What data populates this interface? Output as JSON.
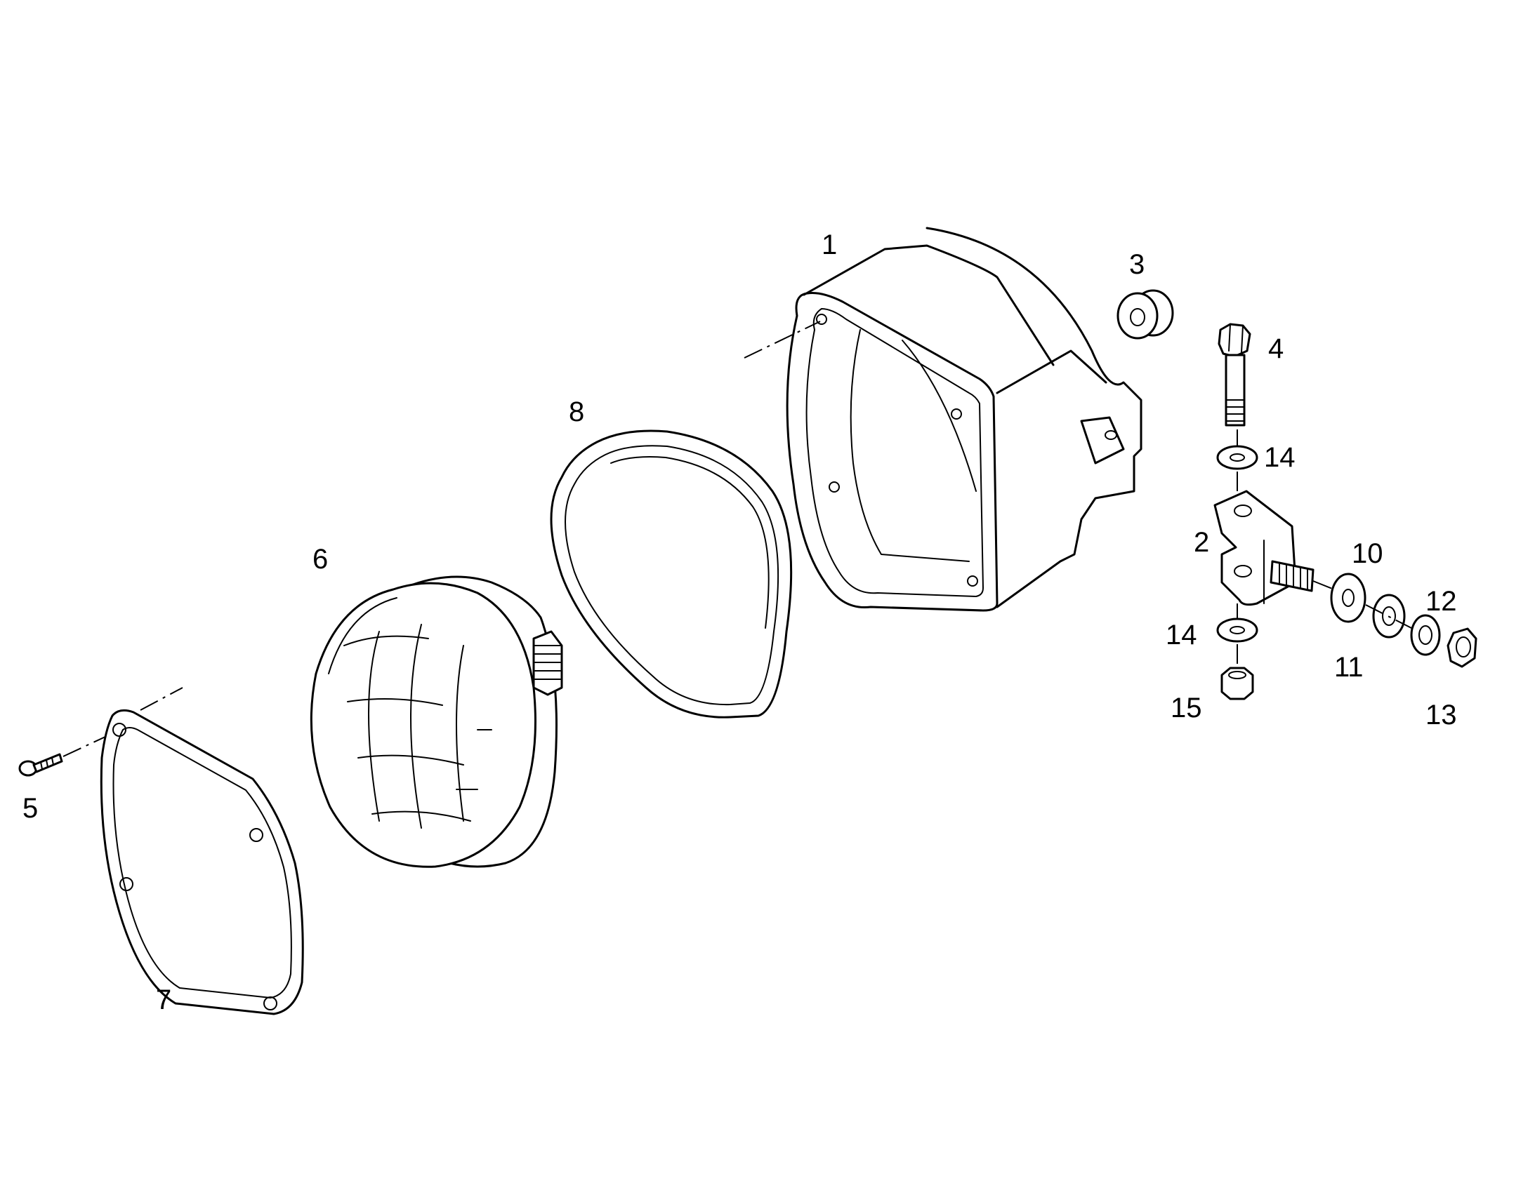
{
  "callouts": [
    {
      "id": "1",
      "text": "1"
    },
    {
      "id": "2",
      "text": "2"
    },
    {
      "id": "3",
      "text": "3"
    },
    {
      "id": "4",
      "text": "4"
    },
    {
      "id": "5",
      "text": "5"
    },
    {
      "id": "6",
      "text": "6"
    },
    {
      "id": "7",
      "text": "7"
    },
    {
      "id": "8",
      "text": "8"
    },
    {
      "id": "10",
      "text": "10"
    },
    {
      "id": "11",
      "text": "11"
    },
    {
      "id": "12",
      "text": "12"
    },
    {
      "id": "13",
      "text": "13"
    },
    {
      "id": "14a",
      "text": "14"
    },
    {
      "id": "14b",
      "text": "14"
    },
    {
      "id": "15",
      "text": "15"
    }
  ],
  "colors": {
    "ink": "#000000",
    "background": "#ffffff"
  }
}
